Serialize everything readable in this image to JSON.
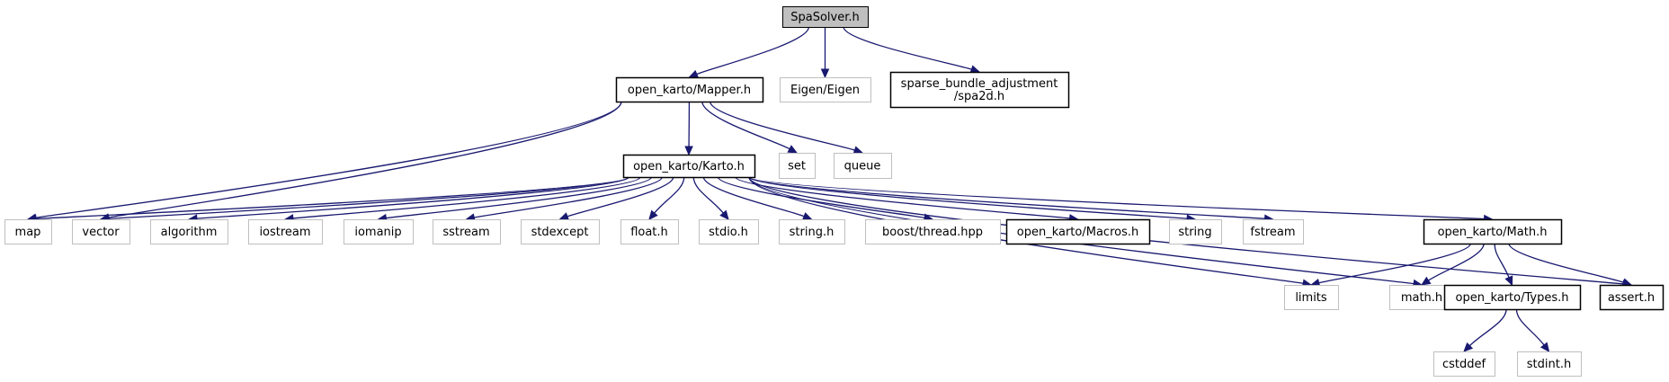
{
  "graph": {
    "nodes": [
      {
        "id": "spasolver",
        "label": "SpaSolver.h",
        "style": "root"
      },
      {
        "id": "mapper",
        "label": "open_karto/Mapper.h",
        "style": "doc"
      },
      {
        "id": "eigen",
        "label": "Eigen/Eigen",
        "style": "ext"
      },
      {
        "id": "spa2d",
        "label": "sparse_bundle_adjustment\n/spa2d.h",
        "style": "doc"
      },
      {
        "id": "karto",
        "label": "open_karto/Karto.h",
        "style": "doc"
      },
      {
        "id": "set",
        "label": "set",
        "style": "ext"
      },
      {
        "id": "queue",
        "label": "queue",
        "style": "ext"
      },
      {
        "id": "map",
        "label": "map",
        "style": "ext"
      },
      {
        "id": "vector",
        "label": "vector",
        "style": "ext"
      },
      {
        "id": "algorithm",
        "label": "algorithm",
        "style": "ext"
      },
      {
        "id": "iostream",
        "label": "iostream",
        "style": "ext"
      },
      {
        "id": "iomanip",
        "label": "iomanip",
        "style": "ext"
      },
      {
        "id": "sstream",
        "label": "sstream",
        "style": "ext"
      },
      {
        "id": "stdexcept",
        "label": "stdexcept",
        "style": "ext"
      },
      {
        "id": "floath",
        "label": "float.h",
        "style": "ext"
      },
      {
        "id": "stdioh",
        "label": "stdio.h",
        "style": "ext"
      },
      {
        "id": "stringh",
        "label": "string.h",
        "style": "ext"
      },
      {
        "id": "boostthread",
        "label": "boost/thread.hpp",
        "style": "ext"
      },
      {
        "id": "macros",
        "label": "open_karto/Macros.h",
        "style": "doc"
      },
      {
        "id": "string",
        "label": "string",
        "style": "ext"
      },
      {
        "id": "fstream",
        "label": "fstream",
        "style": "ext"
      },
      {
        "id": "math",
        "label": "open_karto/Math.h",
        "style": "doc"
      },
      {
        "id": "limits",
        "label": "limits",
        "style": "ext"
      },
      {
        "id": "mathh",
        "label": "math.h",
        "style": "ext"
      },
      {
        "id": "types",
        "label": "open_karto/Types.h",
        "style": "doc"
      },
      {
        "id": "asserth",
        "label": "assert.h",
        "style": "doc"
      },
      {
        "id": "cstddef",
        "label": "cstddef",
        "style": "ext"
      },
      {
        "id": "stdinth",
        "label": "stdint.h",
        "style": "ext"
      }
    ],
    "edges": [
      [
        "spasolver",
        "mapper"
      ],
      [
        "spasolver",
        "eigen"
      ],
      [
        "spasolver",
        "spa2d"
      ],
      [
        "mapper",
        "map"
      ],
      [
        "mapper",
        "vector"
      ],
      [
        "mapper",
        "karto"
      ],
      [
        "mapper",
        "set"
      ],
      [
        "mapper",
        "queue"
      ],
      [
        "karto",
        "map"
      ],
      [
        "karto",
        "vector"
      ],
      [
        "karto",
        "algorithm"
      ],
      [
        "karto",
        "iostream"
      ],
      [
        "karto",
        "iomanip"
      ],
      [
        "karto",
        "sstream"
      ],
      [
        "karto",
        "stdexcept"
      ],
      [
        "karto",
        "floath"
      ],
      [
        "karto",
        "stdioh"
      ],
      [
        "karto",
        "stringh"
      ],
      [
        "karto",
        "boostthread"
      ],
      [
        "karto",
        "macros"
      ],
      [
        "karto",
        "string"
      ],
      [
        "karto",
        "fstream"
      ],
      [
        "karto",
        "limits"
      ],
      [
        "karto",
        "mathh"
      ],
      [
        "karto",
        "math"
      ],
      [
        "karto",
        "asserth"
      ],
      [
        "math",
        "limits"
      ],
      [
        "math",
        "mathh"
      ],
      [
        "math",
        "types"
      ],
      [
        "math",
        "asserth"
      ],
      [
        "types",
        "cstddef"
      ],
      [
        "types",
        "stdinth"
      ]
    ]
  },
  "colors": {
    "edge": "#191970",
    "doc_border": "#000000",
    "ext_border": "#bfbfbf",
    "root_fill": "#bfbfbf",
    "ext_text": "#000000"
  }
}
